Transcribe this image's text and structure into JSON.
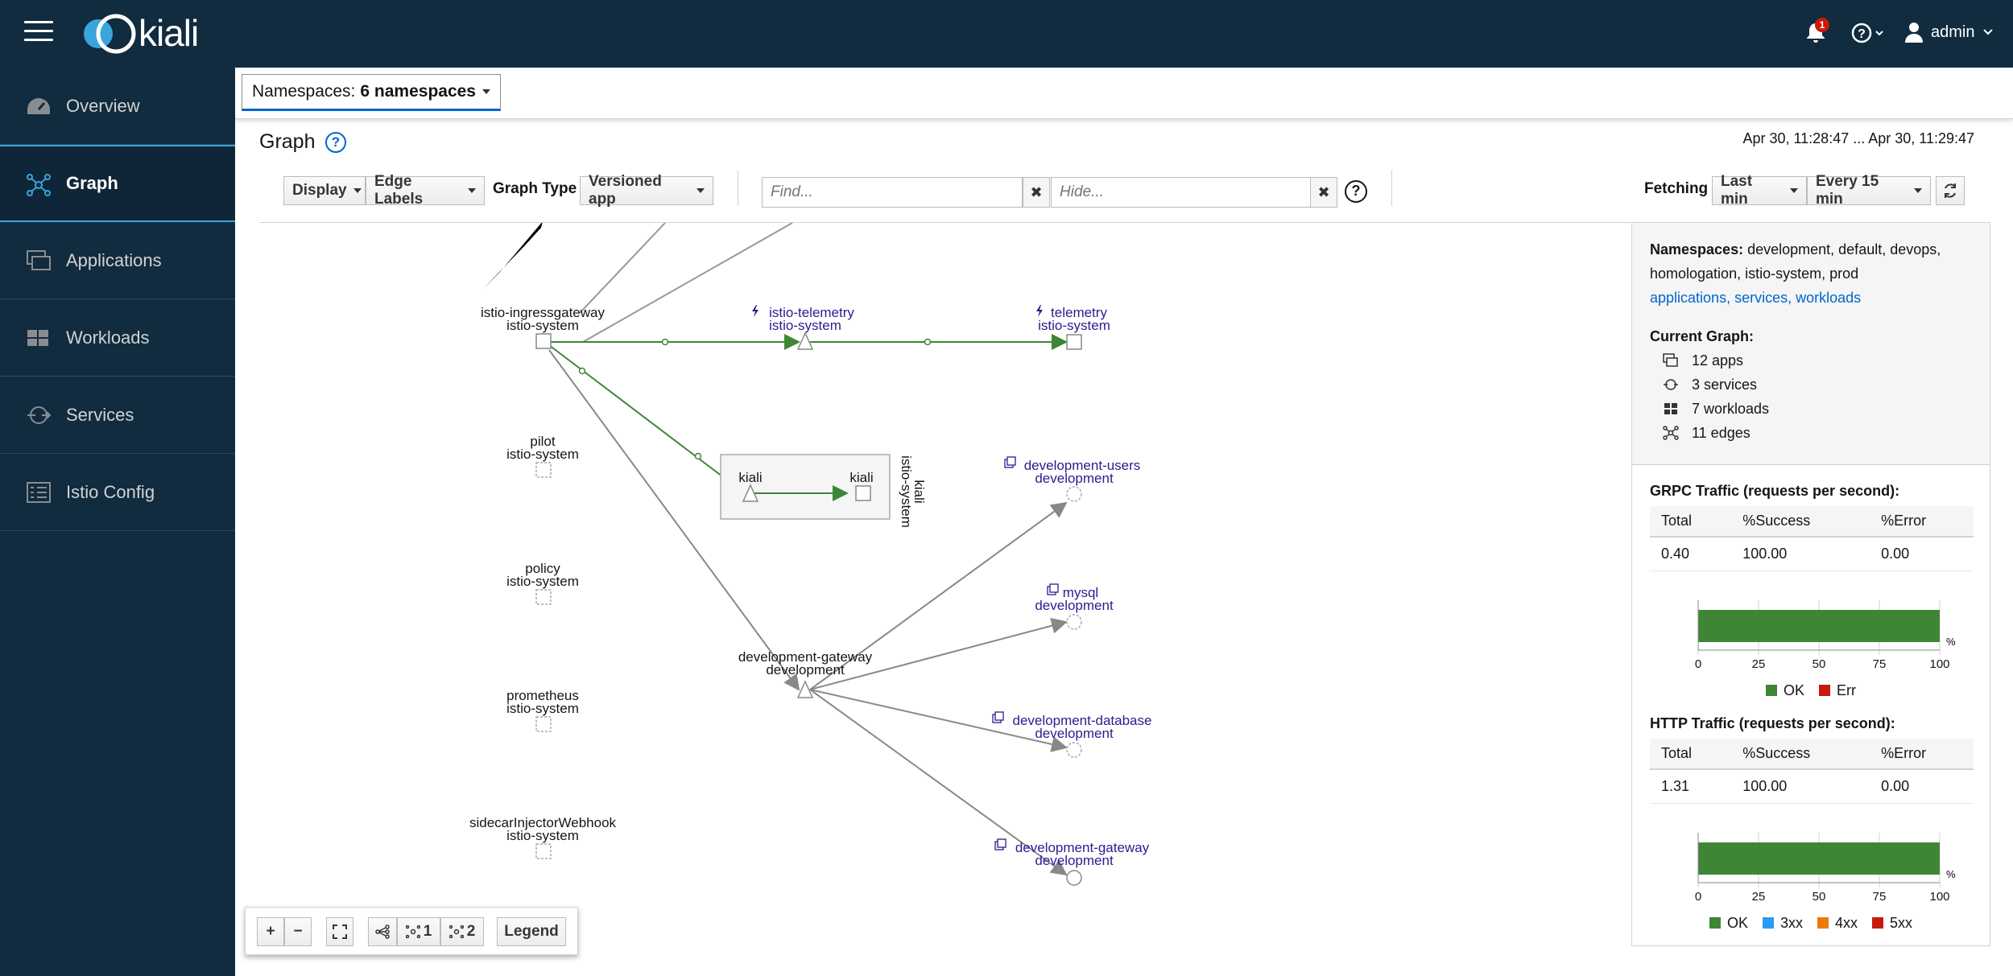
{
  "app": {
    "logo_text": "kiali",
    "user": "admin",
    "notification_count": "1"
  },
  "sidebar": {
    "items": [
      {
        "label": "Overview"
      },
      {
        "label": "Graph"
      },
      {
        "label": "Applications"
      },
      {
        "label": "Workloads"
      },
      {
        "label": "Services"
      },
      {
        "label": "Istio Config"
      }
    ]
  },
  "namespaces_button": {
    "prefix": "Namespaces:",
    "value": "6 namespaces"
  },
  "page": {
    "title": "Graph",
    "time_range": "Apr 30, 11:28:47 ... Apr 30, 11:29:47"
  },
  "toolbar": {
    "display": "Display",
    "edge_labels": "Edge Labels",
    "graph_type_label": "Graph Type",
    "graph_type_value": "Versioned app",
    "find_placeholder": "Find...",
    "hide_placeholder": "Hide...",
    "fetching_label": "Fetching",
    "duration": "Last min",
    "refresh_interval": "Every 15 min"
  },
  "graph": {
    "nodes": {
      "ingress_name": "istio-ingressgateway",
      "ingress_ns": "istio-system",
      "telemetry_v_name": "istio-telemetry",
      "telemetry_v_ns": "istio-system",
      "telemetry_name": "telemetry",
      "telemetry_ns": "istio-system",
      "pilot_name": "pilot",
      "pilot_ns": "istio-system",
      "policy_name": "policy",
      "policy_ns": "istio-system",
      "prometheus_name": "prometheus",
      "prometheus_ns": "istio-system",
      "sidecar_name": "sidecarInjectorWebhook",
      "sidecar_ns": "istio-system",
      "kiali_a": "kiali",
      "kiali_b": "kiali",
      "kiali_box_name": "kiali",
      "kiali_box_ns": "istio-system",
      "devgw_name": "development-gateway",
      "devgw_ns": "development",
      "users_name": "development-users",
      "users_ns": "development",
      "mysql_name": "mysql",
      "mysql_ns": "development",
      "database_name": "development-database",
      "database_ns": "development",
      "devgw2_name": "development-gateway",
      "devgw2_ns": "development"
    }
  },
  "summary": {
    "namespaces_label": "Namespaces:",
    "namespaces_value": "development, default, devops, homologation, istio-system, prod",
    "links": [
      "applications",
      "services",
      "workloads"
    ],
    "current_graph_label": "Current Graph:",
    "counts": [
      "12 apps",
      "3 services",
      "7 workloads",
      "11 edges"
    ],
    "grpc": {
      "title": "GRPC Traffic (requests per second):",
      "headers": [
        "Total",
        "%Success",
        "%Error"
      ],
      "row": [
        "0.40",
        "100.00",
        "0.00"
      ],
      "ok_percent": 100,
      "legend": [
        "OK",
        "Err"
      ]
    },
    "http": {
      "title": "HTTP Traffic (requests per second):",
      "headers": [
        "Total",
        "%Success",
        "%Error"
      ],
      "row": [
        "1.31",
        "100.00",
        "0.00"
      ],
      "ok_percent": 100,
      "legend": [
        "OK",
        "3xx",
        "4xx",
        "5xx"
      ]
    },
    "axis_ticks": [
      "0",
      "25",
      "50",
      "75",
      "100"
    ],
    "axis_unit": "%"
  },
  "zoom_bar": {
    "plus": "+",
    "minus": "−",
    "layout1": "1",
    "layout2": "2",
    "legend": "Legend"
  },
  "colors": {
    "masthead": "#112b3f",
    "ok": "#3e8635",
    "err": "#c9190b",
    "c3xx": "#2b9af3",
    "c4xx": "#ec7a08",
    "c5xx": "#c9190b",
    "link": "#0066cc",
    "edge_green": "#3e8635",
    "node_purple": "#2b1c8f"
  }
}
